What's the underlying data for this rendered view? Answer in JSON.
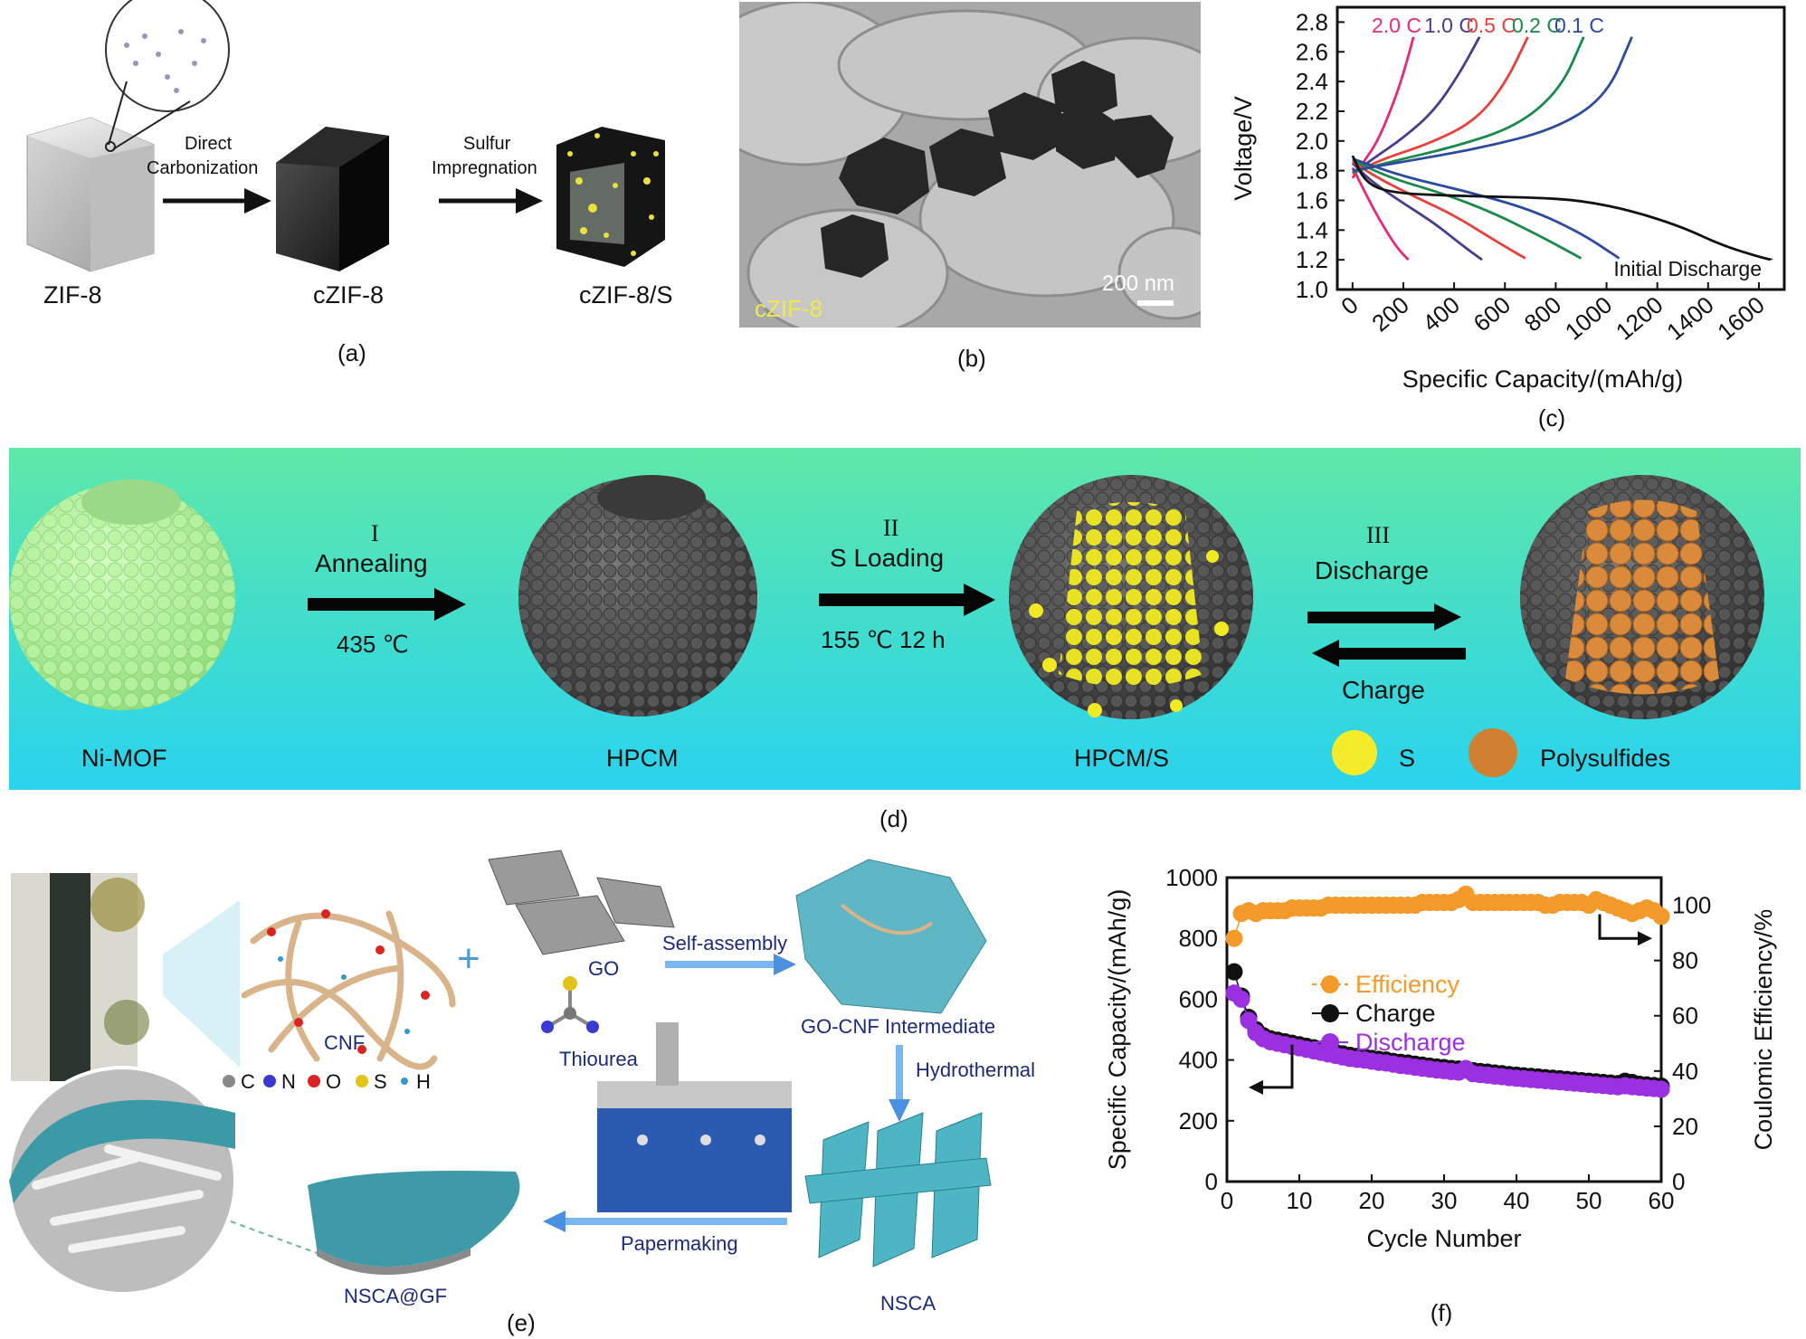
{
  "panel_a": {
    "zif8": "ZIF-8",
    "czif8": "cZIF-8",
    "czif8s": "cZIF-8/S",
    "step1_l1": "Direct",
    "step1_l2": "Carbonization",
    "step2_l1": "Sulfur",
    "step2_l2": "Impregnation",
    "caption": "(a)"
  },
  "panel_b": {
    "scalebar": "200 nm",
    "sample": "cZIF-8",
    "caption": "(b)"
  },
  "panel_d": {
    "nimof": "Ni-MOF",
    "hpcm": "HPCM",
    "hpcms": "HPCM/S",
    "step1_roman": "I",
    "step1_name": "Annealing",
    "step1_cond": "435 ℃",
    "step2_roman": "II",
    "step2_name": "S Loading",
    "step2_cond": "155 ℃ 12 h",
    "step3_roman": "III",
    "step3_fwd": "Discharge",
    "step3_back": "Charge",
    "legend_s": "S",
    "legend_ps": "Polysulfides",
    "caption": "(d)"
  },
  "panel_e": {
    "cnf": "CNF",
    "elements": [
      "C",
      "N",
      "O",
      "S",
      "H"
    ],
    "plus": "+",
    "go": "GO",
    "thiourea": "Thiourea",
    "self_assembly": "Self-assembly",
    "intermediate": "GO-CNF Intermediate",
    "hydrothermal": "Hydrothermal",
    "nsca": "NSCA",
    "papermaking": "Papermaking",
    "nsca_gf": "NSCA@GF",
    "caption": "(e)"
  },
  "colors": {
    "c20": "#e8287a",
    "c10": "#4a3c8c",
    "c05": "#e8403a",
    "c02": "#1a8a4a",
    "c01": "#2c4aa0",
    "initial": "#111111",
    "efficiency": "#f39a2a",
    "charge": "#111111",
    "discharge": "#9b30e0"
  },
  "chart_data": [
    {
      "id": "c",
      "type": "line",
      "xlabel": "Specific Capacity/(mAh/g)",
      "ylabel": "Voltage/V",
      "xlim": [
        -60,
        1700
      ],
      "ylim": [
        1.0,
        2.9
      ],
      "xticks": [
        0,
        200,
        400,
        600,
        800,
        1000,
        1200,
        1400,
        1600
      ],
      "yticks": [
        1.0,
        1.2,
        1.4,
        1.6,
        1.8,
        2.0,
        2.2,
        2.4,
        2.6,
        2.8
      ],
      "caption": "(c)",
      "annotation": "Initial Discharge",
      "series": [
        {
          "name": "2.0 C",
          "color": "#e8287a",
          "discharge": [
            [
              0,
              1.82
            ],
            [
              30,
              1.72
            ],
            [
              80,
              1.55
            ],
            [
              130,
              1.4
            ],
            [
              180,
              1.27
            ],
            [
              220,
              1.2
            ]
          ],
          "charge": [
            [
              0,
              1.75
            ],
            [
              40,
              1.85
            ],
            [
              100,
              2.0
            ],
            [
              160,
              2.25
            ],
            [
              200,
              2.45
            ],
            [
              240,
              2.7
            ]
          ]
        },
        {
          "name": "1.0 C",
          "color": "#4a3c8c",
          "discharge": [
            [
              0,
              1.85
            ],
            [
              80,
              1.72
            ],
            [
              200,
              1.58
            ],
            [
              320,
              1.45
            ],
            [
              430,
              1.3
            ],
            [
              510,
              1.2
            ]
          ],
          "charge": [
            [
              0,
              1.78
            ],
            [
              80,
              1.88
            ],
            [
              200,
              2.02
            ],
            [
              320,
              2.2
            ],
            [
              420,
              2.45
            ],
            [
              500,
              2.7
            ]
          ]
        },
        {
          "name": "0.5 C",
          "color": "#e8403a",
          "discharge": [
            [
              0,
              1.86
            ],
            [
              100,
              1.75
            ],
            [
              250,
              1.62
            ],
            [
              400,
              1.5
            ],
            [
              560,
              1.33
            ],
            [
              680,
              1.21
            ]
          ],
          "charge": [
            [
              0,
              1.78
            ],
            [
              120,
              1.88
            ],
            [
              300,
              1.98
            ],
            [
              480,
              2.13
            ],
            [
              600,
              2.38
            ],
            [
              690,
              2.7
            ]
          ]
        },
        {
          "name": "0.2 C",
          "color": "#1a8a4a",
          "discharge": [
            [
              0,
              1.87
            ],
            [
              150,
              1.75
            ],
            [
              350,
              1.65
            ],
            [
              550,
              1.52
            ],
            [
              750,
              1.35
            ],
            [
              900,
              1.21
            ]
          ],
          "charge": [
            [
              0,
              1.79
            ],
            [
              150,
              1.86
            ],
            [
              400,
              1.96
            ],
            [
              650,
              2.1
            ],
            [
              820,
              2.35
            ],
            [
              910,
              2.7
            ]
          ]
        },
        {
          "name": "0.1 C",
          "color": "#2c4aa0",
          "discharge": [
            [
              0,
              1.88
            ],
            [
              200,
              1.76
            ],
            [
              450,
              1.66
            ],
            [
              700,
              1.54
            ],
            [
              900,
              1.38
            ],
            [
              1050,
              1.21
            ]
          ],
          "charge": [
            [
              0,
              1.8
            ],
            [
              200,
              1.86
            ],
            [
              500,
              1.95
            ],
            [
              800,
              2.08
            ],
            [
              1000,
              2.3
            ],
            [
              1100,
              2.7
            ]
          ]
        },
        {
          "name": "Initial Discharge",
          "color": "#111111",
          "discharge": [
            [
              0,
              1.9
            ],
            [
              50,
              1.72
            ],
            [
              150,
              1.65
            ],
            [
              400,
              1.63
            ],
            [
              700,
              1.62
            ],
            [
              900,
              1.6
            ],
            [
              1100,
              1.53
            ],
            [
              1300,
              1.42
            ],
            [
              1450,
              1.3
            ],
            [
              1600,
              1.22
            ],
            [
              1650,
              1.2
            ]
          ],
          "charge": []
        }
      ]
    },
    {
      "id": "f",
      "type": "scatter",
      "xlabel": "Cycle Number",
      "ylabel": "Specific Capacity/(mAh/g)",
      "y2label": "Coulomic Efficiency/%",
      "xlim": [
        0,
        60
      ],
      "ylim": [
        0,
        1000
      ],
      "y2lim": [
        0,
        110
      ],
      "xticks": [
        0,
        10,
        20,
        30,
        40,
        50,
        60
      ],
      "yticks": [
        0,
        200,
        400,
        600,
        800,
        1000
      ],
      "y2ticks": [
        0,
        20,
        40,
        60,
        80,
        100
      ],
      "caption": "(f)",
      "series": [
        {
          "name": "Efficiency",
          "axis": "right",
          "color": "#f39a2a",
          "x": [
            1,
            2,
            3,
            4,
            5,
            6,
            7,
            8,
            9,
            10,
            11,
            12,
            13,
            14,
            15,
            16,
            17,
            18,
            19,
            20,
            21,
            22,
            23,
            24,
            25,
            26,
            27,
            28,
            29,
            30,
            31,
            32,
            33,
            34,
            35,
            36,
            37,
            38,
            39,
            40,
            41,
            42,
            43,
            44,
            45,
            46,
            47,
            48,
            49,
            50,
            51,
            52,
            53,
            54,
            55,
            56,
            57,
            58,
            59,
            60
          ],
          "values": [
            88,
            97,
            98,
            97,
            98,
            98,
            98,
            98,
            99,
            99,
            99,
            99,
            99,
            100,
            100,
            100,
            100,
            100,
            100,
            100,
            100,
            100,
            100,
            100,
            100,
            100,
            101,
            101,
            101,
            101,
            101,
            102,
            104,
            101,
            101,
            101,
            101,
            101,
            101,
            101,
            101,
            101,
            101,
            100,
            100,
            101,
            101,
            101,
            101,
            100,
            102,
            101,
            100,
            99,
            98,
            97,
            98,
            99,
            98,
            96
          ]
        },
        {
          "name": "Charge",
          "axis": "left",
          "color": "#111111",
          "x": [
            1,
            2,
            3,
            4,
            5,
            6,
            7,
            8,
            9,
            10,
            11,
            12,
            13,
            14,
            15,
            16,
            17,
            18,
            19,
            20,
            21,
            22,
            23,
            24,
            25,
            26,
            27,
            28,
            29,
            30,
            31,
            32,
            33,
            34,
            35,
            36,
            37,
            38,
            39,
            40,
            41,
            42,
            43,
            44,
            45,
            46,
            47,
            48,
            49,
            50,
            51,
            52,
            53,
            54,
            55,
            56,
            57,
            58,
            59,
            60
          ],
          "values": [
            690,
            610,
            540,
            500,
            480,
            470,
            465,
            460,
            455,
            450,
            445,
            440,
            435,
            430,
            425,
            420,
            415,
            412,
            410,
            405,
            402,
            400,
            395,
            392,
            390,
            386,
            383,
            380,
            377,
            375,
            372,
            370,
            368,
            365,
            362,
            360,
            357,
            355,
            352,
            350,
            348,
            346,
            344,
            342,
            340,
            338,
            336,
            334,
            332,
            330,
            328,
            326,
            324,
            322,
            330,
            326,
            320,
            318,
            316,
            314
          ]
        },
        {
          "name": "Discharge",
          "axis": "left",
          "color": "#9b30e0",
          "x": [
            1,
            2,
            3,
            4,
            5,
            6,
            7,
            8,
            9,
            10,
            11,
            12,
            13,
            14,
            15,
            16,
            17,
            18,
            19,
            20,
            21,
            22,
            23,
            24,
            25,
            26,
            27,
            28,
            29,
            30,
            31,
            32,
            33,
            34,
            35,
            36,
            37,
            38,
            39,
            40,
            41,
            42,
            43,
            44,
            45,
            46,
            47,
            48,
            49,
            50,
            51,
            52,
            53,
            54,
            55,
            56,
            57,
            58,
            59,
            60
          ],
          "values": [
            620,
            600,
            530,
            490,
            470,
            460,
            455,
            450,
            445,
            440,
            435,
            430,
            425,
            420,
            415,
            410,
            405,
            402,
            400,
            396,
            392,
            390,
            386,
            382,
            380,
            376,
            373,
            370,
            367,
            365,
            362,
            360,
            372,
            355,
            352,
            350,
            347,
            345,
            342,
            340,
            338,
            336,
            334,
            332,
            330,
            328,
            326,
            324,
            322,
            320,
            318,
            316,
            314,
            312,
            315,
            312,
            310,
            308,
            306,
            304
          ]
        }
      ]
    }
  ]
}
